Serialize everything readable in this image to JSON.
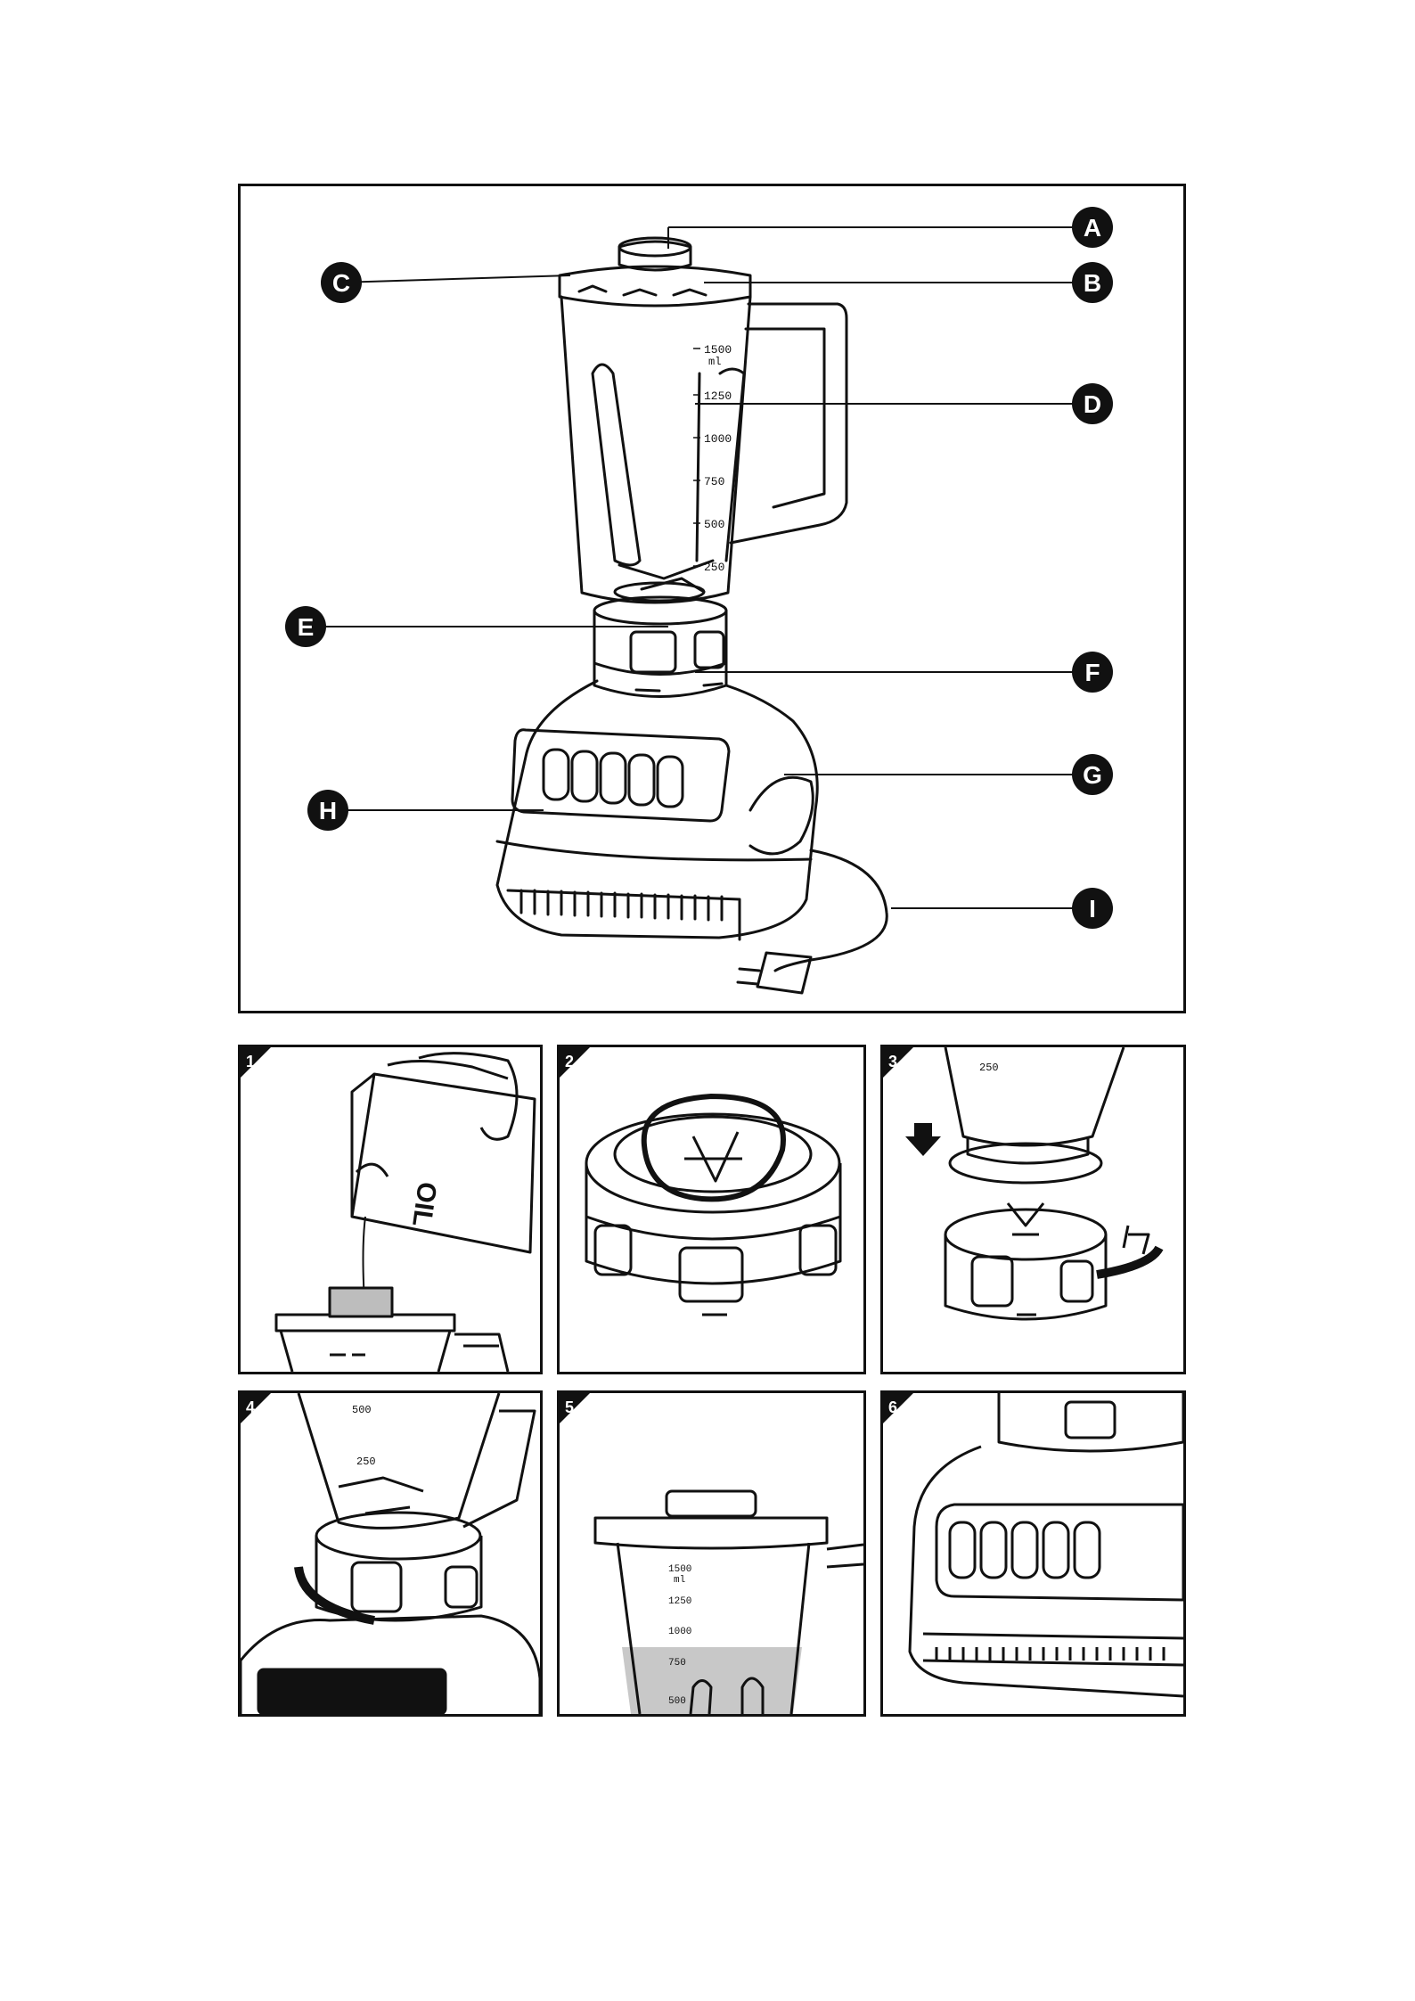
{
  "main_figure": {
    "labels": [
      "A",
      "B",
      "C",
      "D",
      "E",
      "F",
      "G",
      "H",
      "I"
    ],
    "jar_scale": [
      "1500",
      "ml",
      "1250",
      "1000",
      "750",
      "500",
      "250"
    ]
  },
  "panels": [
    {
      "number": "1",
      "oil_label": "OIL"
    },
    {
      "number": "2"
    },
    {
      "number": "3",
      "scale_mark": "250"
    },
    {
      "number": "4",
      "scale_marks": [
        "500",
        "250"
      ]
    },
    {
      "number": "5",
      "scale_marks": [
        "1500",
        "ml",
        "1250",
        "1000",
        "750",
        "500"
      ]
    },
    {
      "number": "6"
    }
  ],
  "colors": {
    "line": "#111111",
    "paper": "#ffffff",
    "badge": "#111111",
    "liquid": "#c8c8c8",
    "cap_gray": "#bdbdbd"
  }
}
